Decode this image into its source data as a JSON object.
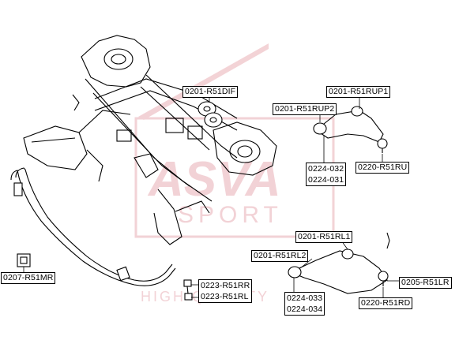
{
  "labels": {
    "dif": "0201-R51DIF",
    "rup1": "0201-R51RUP1",
    "rup2": "0201-R51RUP2",
    "f0224_032": "0224-032",
    "f0224_031": "0224-031",
    "ru": "0220-R51RU",
    "rl1": "0201-R51RL1",
    "rl2": "0201-R51RL2",
    "lr": "0205-R51LR",
    "rd": "0220-R51RD",
    "f0224_033": "0224-033",
    "f0224_034": "0224-034",
    "rr": "0223-R51RR",
    "rl": "0223-R51RL",
    "mr": "0207-R51MR"
  },
  "watermark": {
    "line1": "ASVA",
    "line2": "SPORT",
    "line3": "HIGH QUALITY"
  },
  "colors": {
    "watermark": "#e9aeb5",
    "lines": "#000000"
  }
}
